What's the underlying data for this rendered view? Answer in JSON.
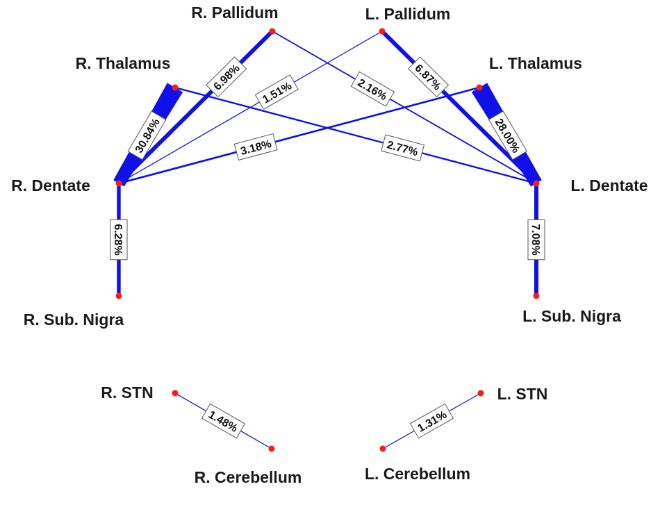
{
  "colors": {
    "edge": "#1010e8",
    "node": "#ff1a1a",
    "text": "#1a1a1a"
  },
  "nodes": [
    {
      "id": "r_pallidum",
      "label": "R. Pallidum"
    },
    {
      "id": "l_pallidum",
      "label": "L. Pallidum"
    },
    {
      "id": "r_thalamus",
      "label": "R. Thalamus"
    },
    {
      "id": "l_thalamus",
      "label": "L. Thalamus"
    },
    {
      "id": "r_dentate",
      "label": "R. Dentate"
    },
    {
      "id": "l_dentate",
      "label": "L. Dentate"
    },
    {
      "id": "r_subnigra",
      "label": "R. Sub. Nigra"
    },
    {
      "id": "l_subnigra",
      "label": "L. Sub. Nigra"
    },
    {
      "id": "r_stn",
      "label": "R. STN"
    },
    {
      "id": "l_stn",
      "label": "L. STN"
    },
    {
      "id": "r_cerebellum",
      "label": "R. Cerebellum"
    },
    {
      "id": "l_cerebellum",
      "label": "L. Cerebellum"
    }
  ],
  "edges": [
    {
      "from": "r_dentate",
      "to": "r_thalamus",
      "label": "30.84%",
      "value": 30.84
    },
    {
      "from": "l_dentate",
      "to": "l_thalamus",
      "label": "28.00%",
      "value": 28.0
    },
    {
      "from": "r_dentate",
      "to": "r_subnigra",
      "label": "6.28%",
      "value": 6.28
    },
    {
      "from": "l_dentate",
      "to": "l_subnigra",
      "label": "7.08%",
      "value": 7.08
    },
    {
      "from": "r_dentate",
      "to": "r_pallidum",
      "label": "6.98%",
      "value": 6.98
    },
    {
      "from": "l_dentate",
      "to": "l_pallidum",
      "label": "6.87%",
      "value": 6.87
    },
    {
      "from": "r_dentate",
      "to": "l_pallidum",
      "label": "1.51%",
      "value": 1.51
    },
    {
      "from": "l_dentate",
      "to": "r_pallidum",
      "label": "2.16%",
      "value": 2.16
    },
    {
      "from": "r_dentate",
      "to": "l_thalamus",
      "label": "3.18%",
      "value": 3.18
    },
    {
      "from": "l_dentate",
      "to": "r_thalamus",
      "label": "2.77%",
      "value": 2.77
    },
    {
      "from": "r_stn",
      "to": "r_cerebellum",
      "label": "1.48%",
      "value": 1.48
    },
    {
      "from": "l_stn",
      "to": "l_cerebellum",
      "label": "1.31%",
      "value": 1.31
    }
  ]
}
